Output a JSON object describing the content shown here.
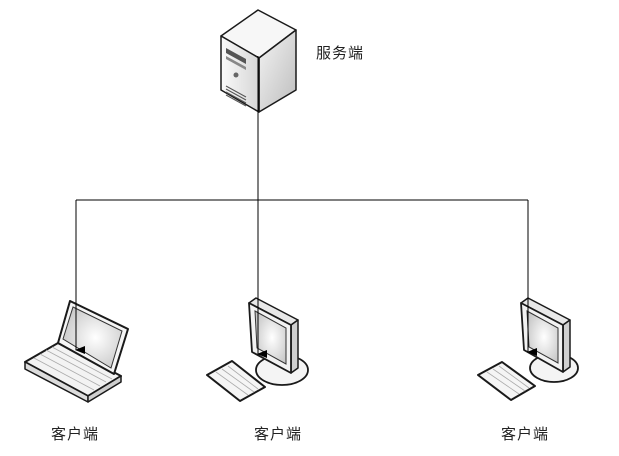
{
  "diagram": {
    "type": "client-server network topology",
    "server": {
      "label": "服务端",
      "icon": "server-tower-icon"
    },
    "clients": [
      {
        "label": "客户端",
        "icon": "laptop-icon"
      },
      {
        "label": "客户端",
        "icon": "desktop-computer-icon"
      },
      {
        "label": "客户端",
        "icon": "desktop-computer-icon"
      }
    ],
    "connections": [
      {
        "from": "server",
        "to": "client-1",
        "arrow": "end"
      },
      {
        "from": "server",
        "to": "client-2",
        "arrow": "end"
      },
      {
        "from": "server",
        "to": "client-3",
        "arrow": "end"
      }
    ],
    "colors": {
      "line": "#000000",
      "device_fill": "#f2f2f2",
      "device_stroke": "#1a1a1a"
    }
  }
}
